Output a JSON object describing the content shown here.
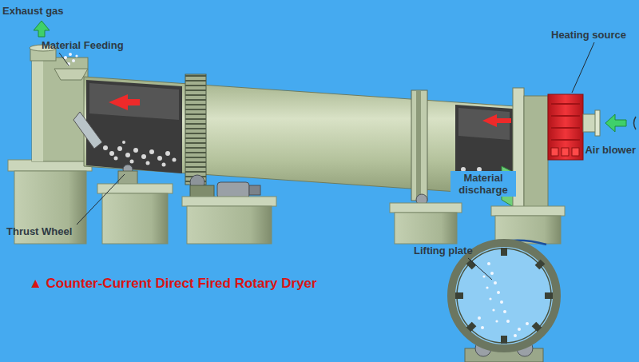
{
  "diagram": {
    "caption": "▲ Counter-Current Direct Fired Rotary Dryer",
    "labels": [
      "Exhaust gas",
      "Material Feeding",
      "Heating source",
      "Air blower",
      "Material discharge",
      "Thrust Wheel",
      "Lifting plate"
    ]
  }
}
